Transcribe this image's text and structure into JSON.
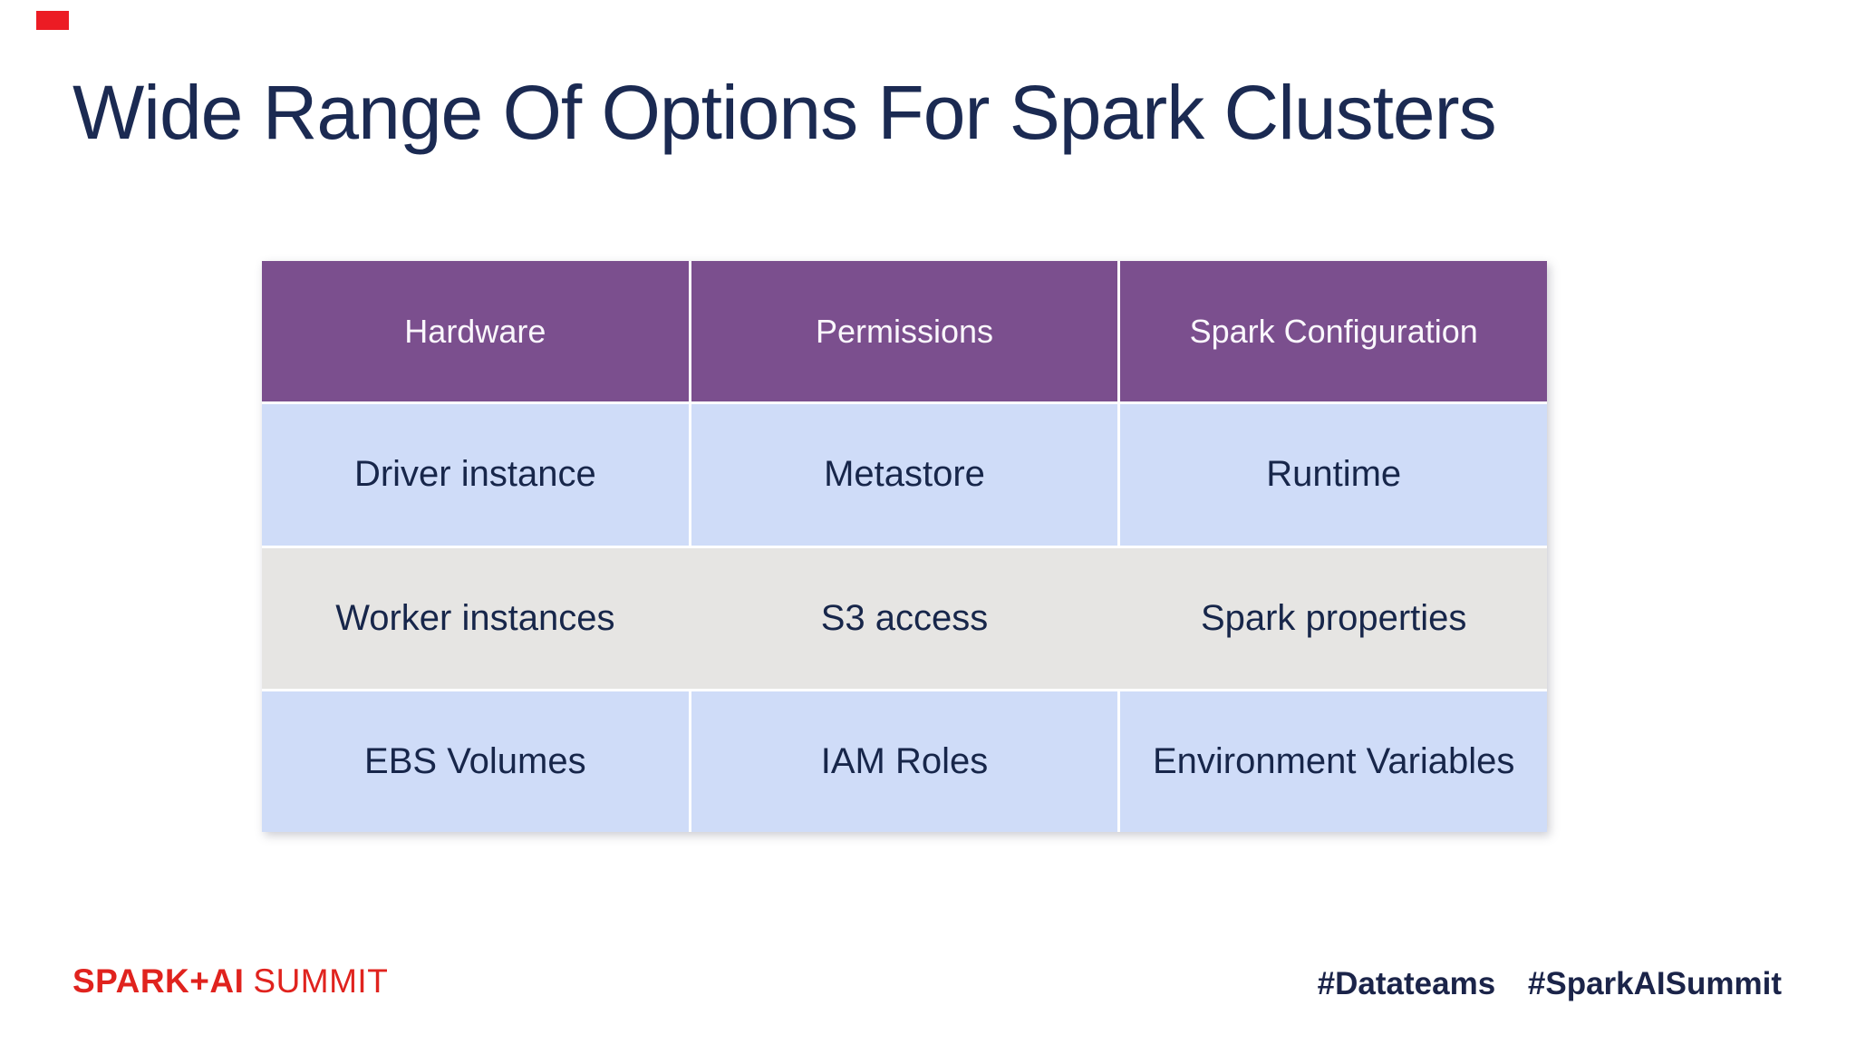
{
  "page": {
    "title": "Wide Range Of Options For Spark Clusters"
  },
  "table": {
    "headers": [
      "Hardware",
      "Permissions",
      "Spark Configuration"
    ],
    "rows": [
      [
        "Driver instance",
        "Metastore",
        "Runtime"
      ],
      [
        "Worker instances",
        "S3 access",
        "Spark properties"
      ],
      [
        "EBS Volumes",
        "IAM Roles",
        "Environment Variables"
      ]
    ]
  },
  "footer": {
    "brand_bold": "SPARK+AI",
    "brand_regular": "SUMMIT",
    "hashtag_1": "#Datateams",
    "hashtag_2": "#SparkAISummit"
  },
  "colors": {
    "header_purple": "#7b4f8e",
    "row_blue": "#cfdcf8",
    "row_gray": "#e6e5e3",
    "title_navy": "#1b2a52",
    "cell_text_navy": "#17264a",
    "brand_red": "#e0231e",
    "hashtag_navy": "#1b2449",
    "red_indicator": "#ec1c24"
  }
}
